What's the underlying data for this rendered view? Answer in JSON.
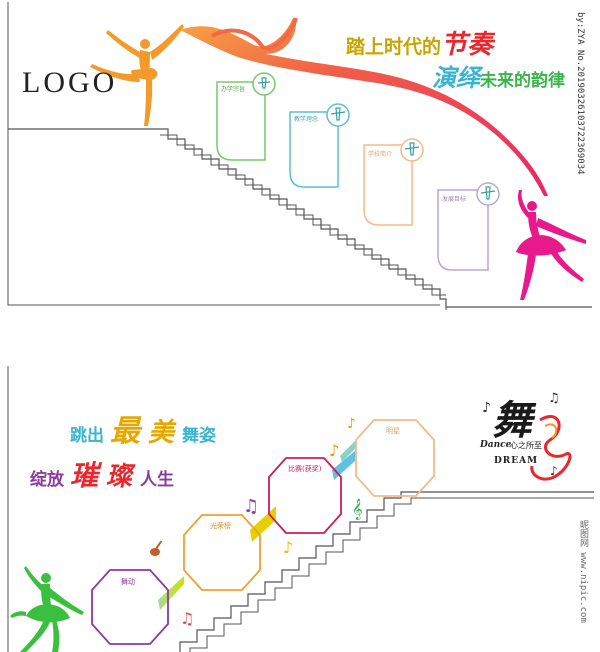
{
  "top": {
    "logo": "LOGO",
    "slogan1": {
      "a": "踏上时代的",
      "b": "节奏"
    },
    "slogan2": {
      "a": "演绎",
      "b": "未来的韵律"
    },
    "panels": [
      "办学宗旨",
      "教学理念",
      "学校简介",
      "发展目标"
    ]
  },
  "watermark": "by:ZYA No.20190326103722369034",
  "bottom": {
    "slogan1": {
      "a": "跳出",
      "b": "最",
      "c": "美",
      "d": "舞姿"
    },
    "slogan2": {
      "a": "绽放",
      "b": "璀",
      "c": "璨",
      "d": "人生"
    },
    "boards": [
      "舞动",
      "光荣榜",
      "比赛(获奖)",
      "明星"
    ],
    "brand": {
      "glyph": "舞",
      "dance": "Dance",
      "sub": "心之所至",
      "dream": "DREAM"
    },
    "site_watermark": "昵图网 www.nipic.com"
  },
  "colors": {
    "ribbon": "#ee3a63",
    "dancer_top": "#f39a2a",
    "dancer_pink": "#e8198b",
    "dancer_green": "#3bbf3e"
  }
}
